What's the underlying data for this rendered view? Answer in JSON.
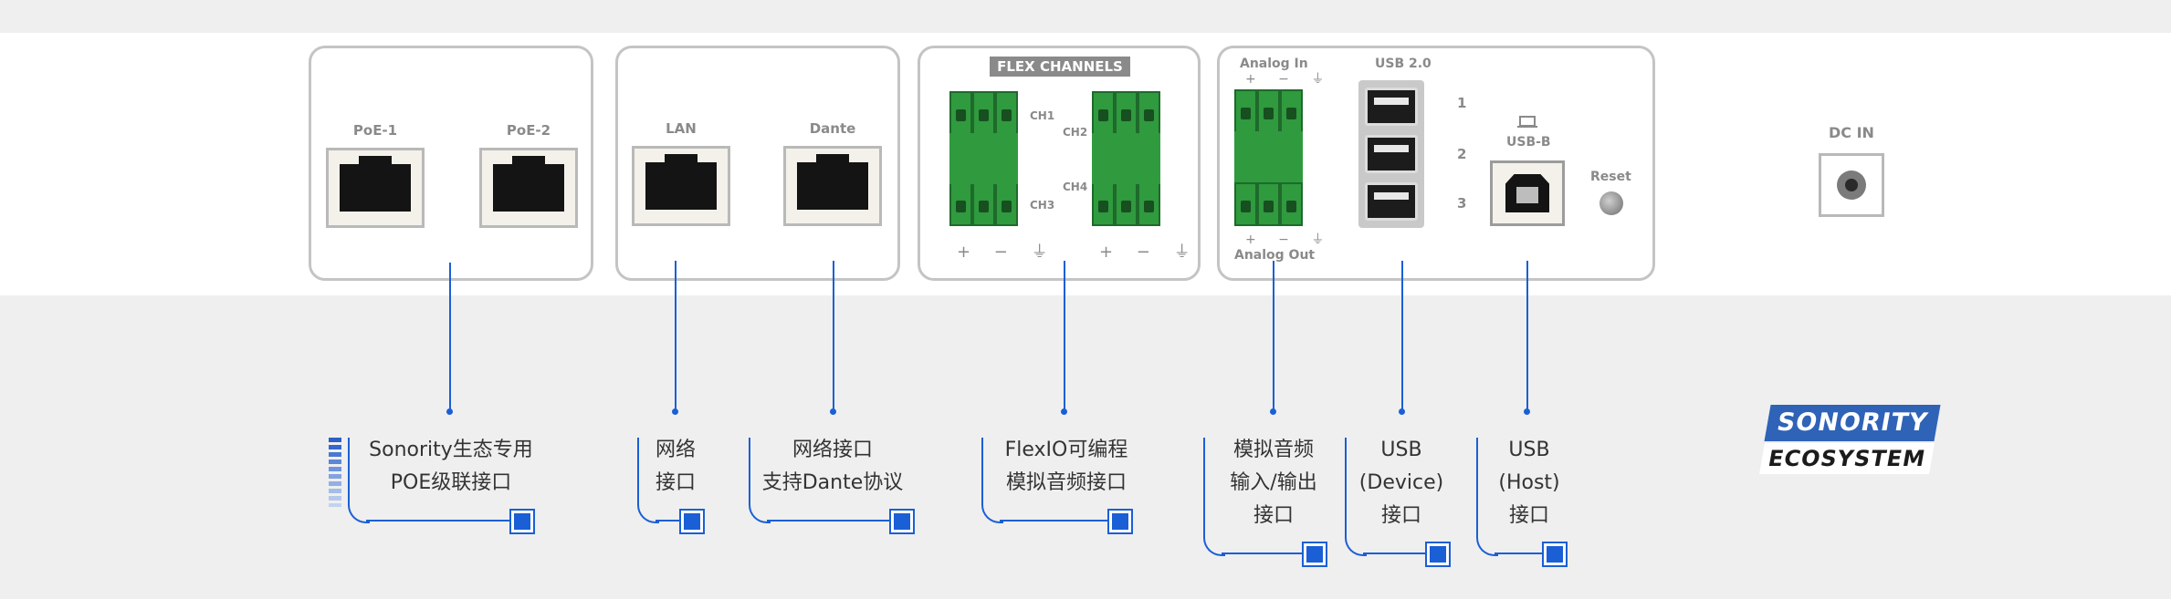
{
  "panel": {
    "poe": {
      "port1": "PoE-1",
      "port2": "PoE-2"
    },
    "network": {
      "lan": "LAN",
      "dante": "Dante"
    },
    "flex": {
      "title": "FLEX CHANNELS",
      "ch1": "CH1",
      "ch2": "CH2",
      "ch3": "CH3",
      "ch4": "CH4",
      "polarity": "+ − ⏚"
    },
    "analog": {
      "in_label": "Analog In",
      "out_label": "Analog Out",
      "polarity": "+ − ⏚"
    },
    "usb": {
      "title": "USB 2.0",
      "port_numbers": [
        "1",
        "2",
        "3"
      ],
      "usb_b_label": "USB-B",
      "reset_label": "Reset"
    },
    "dc": {
      "label": "DC IN"
    }
  },
  "callouts": {
    "poe": "Sonority生态专用\nPOE级联接口",
    "network": "网络\n接口",
    "dante": "网络接口\n支持Dante协议",
    "flexio": "FlexIO可编程\n模拟音频接口",
    "analog": "模拟音频\n输入/输出\n接口",
    "usb_device": "USB\n(Device)\n接口",
    "usb_host": "USB\n(Host)\n接口"
  },
  "logo": {
    "line1": "SONORITY",
    "line2": "ECOSYSTEM"
  },
  "colors": {
    "accent": "#1a5fd6",
    "terminal_green": "#2f9a3e",
    "logo_blue": "#2e63b8"
  }
}
